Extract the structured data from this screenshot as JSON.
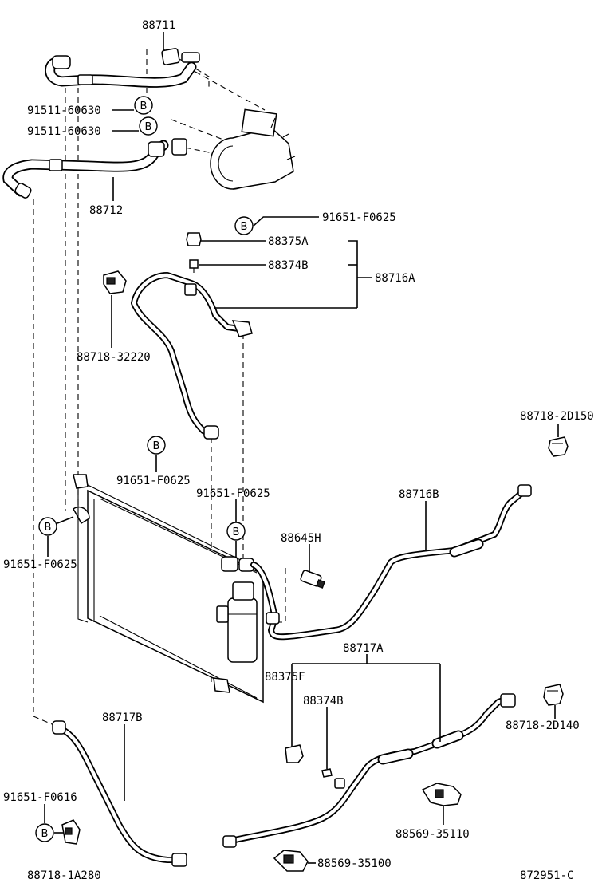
{
  "labels": {
    "p88711": "88711",
    "p88712": "88712",
    "p91511_a": "91511-60630",
    "p91511_b": "91511-60630",
    "p91651_f0625_top": "91651-F0625",
    "p88375A": "88375A",
    "p88374B_top": "88374B",
    "p88716A": "88716A",
    "p88718_32220": "88718-32220",
    "p91651_f0625_mid": "91651-F0625",
    "p91651_f0625_center": "91651-F0625",
    "p91651_f0625_left": "91651-F0625",
    "p88718_2D150": "88718-2D150",
    "p88716B": "88716B",
    "p88645H": "88645H",
    "p88717A": "88717A",
    "p88375F": "88375F",
    "p88374B_bottom": "88374B",
    "p88718_2D140": "88718-2D140",
    "p88717B": "88717B",
    "p91651_f0616": "91651-F0616",
    "p88569_35110": "88569-35110",
    "p88569_35100": "88569-35100",
    "p88718_1A280": "88718-1A280",
    "diagram_code": "872951-C"
  },
  "symbol": "B"
}
